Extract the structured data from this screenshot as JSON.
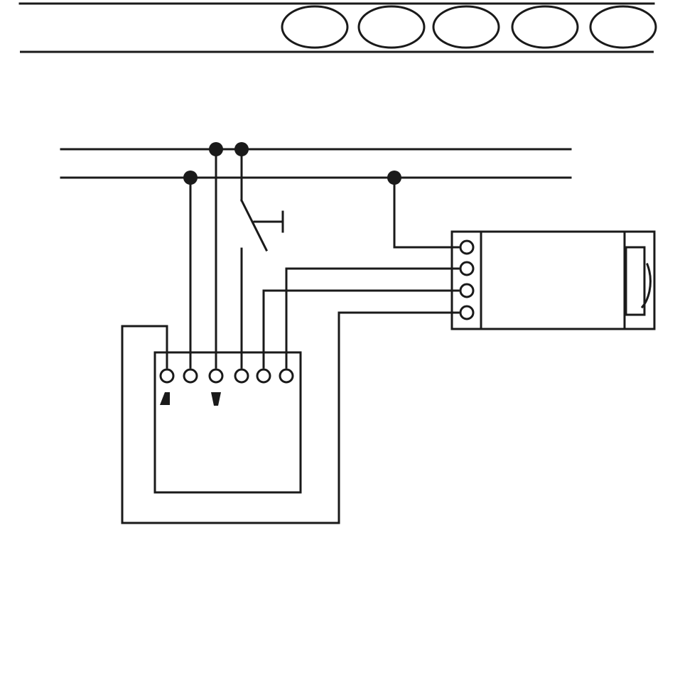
{
  "header": {
    "tabs": [
      {
        "label": ""
      },
      {
        "label": ""
      },
      {
        "label": ""
      },
      {
        "label": ""
      },
      {
        "label": ""
      }
    ]
  },
  "diagram": {
    "type": "wiring-diagram",
    "colors": {
      "line": "#1a1a1a",
      "background": "#ffffff"
    },
    "control_unit": {
      "terminals": 6,
      "arrow_up_terminal": 1,
      "arrow_down_terminal": 3
    },
    "actuator": {
      "terminals": 4
    },
    "junctions": 4,
    "switch": {
      "type": "pushbutton-normally-open"
    }
  }
}
